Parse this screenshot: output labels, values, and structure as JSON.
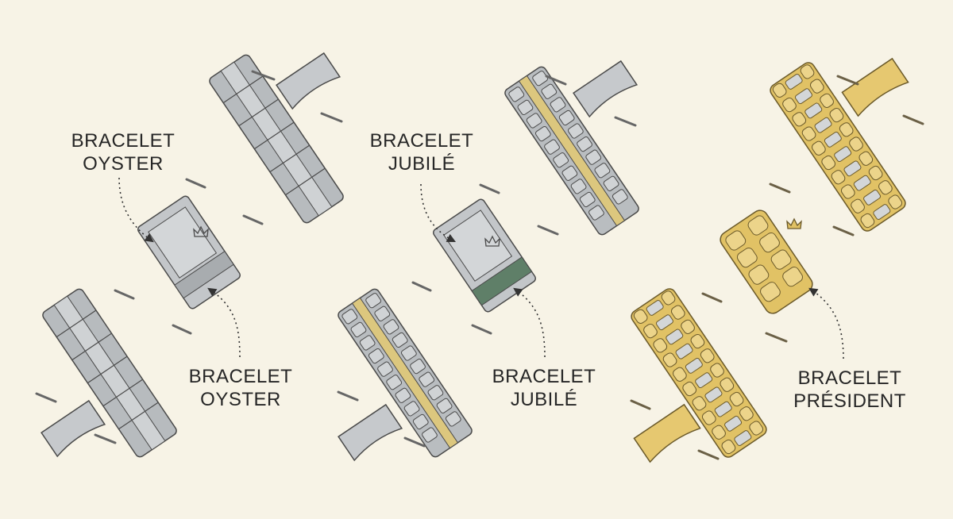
{
  "labels": {
    "oyster_top": {
      "line1": "BRACELET",
      "line2": "OYSTER"
    },
    "jubile_top": {
      "line1": "BRACELET",
      "line2": "JUBILÉ"
    },
    "oyster_bottom": {
      "line1": "BRACELET",
      "line2": "OYSTER"
    },
    "jubile_bottom": {
      "line1": "BRACELET",
      "line2": "JUBILÉ"
    },
    "president": {
      "line1": "BRACELET",
      "line2": "PRÉSIDENT"
    }
  },
  "colors": {
    "background": "#f7f3e6",
    "steel": "#b9bdc0",
    "steel_dark": "#8e9397",
    "gold": "#e1c265",
    "gold_dark": "#b8973e",
    "outline": "#4a4a4a",
    "clasp_accent": "#5f7f68"
  },
  "icons": [
    "crown-logo-icon"
  ]
}
